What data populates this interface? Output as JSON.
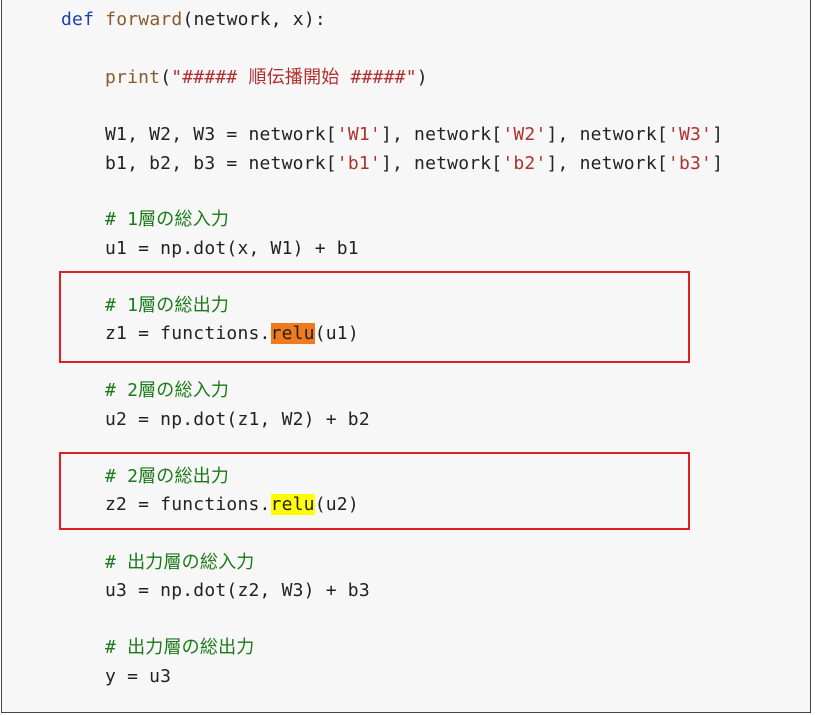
{
  "code": {
    "def_kw": "def",
    "def_name": "forward",
    "def_args": "(network, x):",
    "print_fn": "print",
    "print_open": "(",
    "print_str": "\"##### 順伝播開始 #####\"",
    "print_close": ")",
    "w_line": {
      "lhs": "W1, W2, W3 = network[",
      "k1": "'W1'",
      "mid1": "], network[",
      "k2": "'W2'",
      "mid2": "], network[",
      "k3": "'W3'",
      "end": "]"
    },
    "b_line": {
      "lhs": "b1, b2, b3 = network[",
      "k1": "'b1'",
      "mid1": "], network[",
      "k2": "'b2'",
      "mid2": "], network[",
      "k3": "'b3'",
      "end": "]"
    },
    "c1": "# 1層の総入力",
    "u1": "u1 = np.dot(x, W1) + b1",
    "c2": "# 1層の総出力",
    "z1_pre": "z1 = functions.",
    "z1_hl": "relu",
    "z1_post": "(u1)",
    "c3": "# 2層の総入力",
    "u2": "u2 = np.dot(z1, W2) + b2",
    "c4": "# 2層の総出力",
    "z2_pre": "z2 = functions.",
    "z2_hl": "relu",
    "z2_post": "(u2)",
    "c5": "# 出力層の総入力",
    "u3": "u3 = np.dot(z2, W3) + b3",
    "c6": "# 出力層の総出力",
    "y": "y = u3"
  },
  "colors": {
    "keyword": "#1f3fb0",
    "function": "#8a5a2b",
    "string": "#b03030",
    "comment": "#1a7a1a",
    "highlight_orange": "#f07b1e",
    "highlight_yellow": "#ffff00",
    "box": "#e02020"
  }
}
